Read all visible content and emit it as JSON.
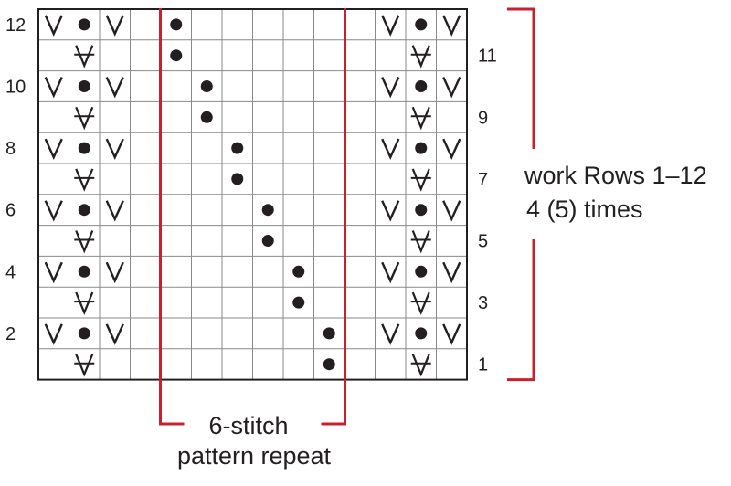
{
  "chart": {
    "rows": 12,
    "columns": 14,
    "left_row_labels": [
      "12",
      "10",
      "8",
      "6",
      "4",
      "2"
    ],
    "right_row_labels": [
      "11",
      "9",
      "7",
      "5",
      "3",
      "1"
    ],
    "symbol_rows": [
      {
        "row": "12",
        "cells": [
          "V",
          "dot",
          "V",
          "",
          "dot",
          "",
          "",
          "",
          "",
          "",
          "",
          "V",
          "dot",
          "V"
        ]
      },
      {
        "row": "11",
        "cells": [
          "",
          "V-strike",
          "",
          "",
          "dot",
          "",
          "",
          "",
          "",
          "",
          "",
          "",
          "V-strike",
          ""
        ]
      },
      {
        "row": "10",
        "cells": [
          "V",
          "dot",
          "V",
          "",
          "",
          "dot",
          "",
          "",
          "",
          "",
          "",
          "V",
          "dot",
          "V"
        ]
      },
      {
        "row": "9",
        "cells": [
          "",
          "V-strike",
          "",
          "",
          "",
          "dot",
          "",
          "",
          "",
          "",
          "",
          "",
          "V-strike",
          ""
        ]
      },
      {
        "row": "8",
        "cells": [
          "V",
          "dot",
          "V",
          "",
          "",
          "",
          "dot",
          "",
          "",
          "",
          "",
          "V",
          "dot",
          "V"
        ]
      },
      {
        "row": "7",
        "cells": [
          "",
          "V-strike",
          "",
          "",
          "",
          "",
          "dot",
          "",
          "",
          "",
          "",
          "",
          "V-strike",
          ""
        ]
      },
      {
        "row": "6",
        "cells": [
          "V",
          "dot",
          "V",
          "",
          "",
          "",
          "",
          "dot",
          "",
          "",
          "",
          "V",
          "dot",
          "V"
        ]
      },
      {
        "row": "5",
        "cells": [
          "",
          "V-strike",
          "",
          "",
          "",
          "",
          "",
          "dot",
          "",
          "",
          "",
          "",
          "V-strike",
          ""
        ]
      },
      {
        "row": "4",
        "cells": [
          "V",
          "dot",
          "V",
          "",
          "",
          "",
          "",
          "",
          "dot",
          "",
          "",
          "V",
          "dot",
          "V"
        ]
      },
      {
        "row": "3",
        "cells": [
          "",
          "V-strike",
          "",
          "",
          "",
          "",
          "",
          "",
          "dot",
          "",
          "",
          "",
          "V-strike",
          ""
        ]
      },
      {
        "row": "2",
        "cells": [
          "V",
          "dot",
          "V",
          "",
          "",
          "",
          "",
          "",
          "",
          "dot",
          "",
          "V",
          "dot",
          "V"
        ]
      },
      {
        "row": "1",
        "cells": [
          "",
          "V-strike",
          "",
          "",
          "",
          "",
          "",
          "",
          "",
          "dot",
          "",
          "",
          "V-strike",
          ""
        ]
      }
    ],
    "repeat": {
      "stitch_count": 6,
      "label_line1": "6-stitch",
      "label_line2": "pattern repeat"
    },
    "work_note": {
      "line1": "work Rows 1–12",
      "line2": "4 (5) times"
    },
    "colors": {
      "ink": "#231f20",
      "accent": "#c8202f",
      "grid": "#8a8a8a"
    }
  }
}
